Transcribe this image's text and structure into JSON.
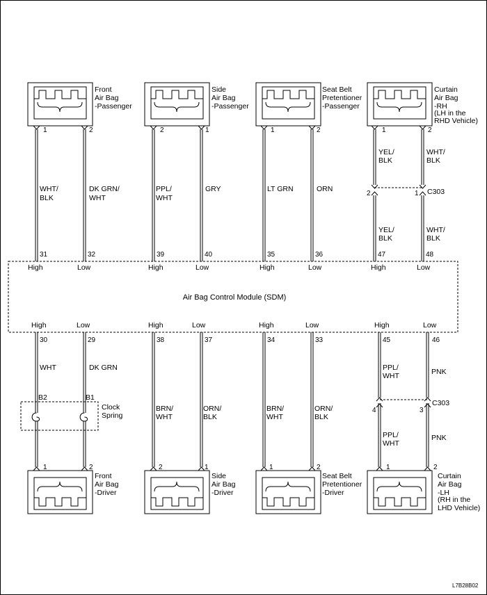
{
  "module": {
    "title": "Air Bag Control Module (SDM)"
  },
  "components": {
    "front_passenger": [
      "Front",
      "Air Bag",
      "-Passenger"
    ],
    "side_passenger": [
      "Side",
      "Air Bag",
      "-Passenger"
    ],
    "seatbelt_passenger": [
      "Seat Belt",
      "Pretentioner",
      "-Passenger"
    ],
    "curtain_rh": [
      "Curtain",
      "Air Bag",
      "-RH",
      "(LH in the",
      "RHD Vehicle)"
    ],
    "front_driver": [
      "Front",
      "Air Bag",
      "-Driver"
    ],
    "side_driver": [
      "Side",
      "Air Bag",
      "-Driver"
    ],
    "seatbelt_driver": [
      "Seat Belt",
      "Pretentioner",
      "-Driver"
    ],
    "curtain_lh": [
      "Curtain",
      "Air Bag",
      "-LH",
      "(RH in the",
      "LHD Vehicle)"
    ]
  },
  "pins_top": [
    "1",
    "2",
    "2",
    "1",
    "1",
    "2",
    "1",
    "2"
  ],
  "pins_bottom": [
    "1",
    "2",
    "2",
    "1",
    "1",
    "2",
    "1",
    "2"
  ],
  "wires_top": [
    [
      "WHT/",
      "BLK"
    ],
    [
      "DK GRN/",
      "WHT"
    ],
    [
      "PPL/",
      "WHT"
    ],
    [
      "GRY"
    ],
    [
      "LT GRN"
    ],
    [
      "ORN"
    ],
    [
      "YEL/",
      "BLK"
    ],
    [
      "WHT/",
      "BLK"
    ],
    [
      "YEL/",
      "BLK"
    ],
    [
      "WHT/",
      "BLK"
    ]
  ],
  "c303_top": {
    "pin_left": "2",
    "pin_right": "1",
    "label": "C303"
  },
  "sdm_pins_top": [
    "31",
    "32",
    "39",
    "40",
    "35",
    "36",
    "47",
    "48"
  ],
  "sdm_pins_bottom": [
    "30",
    "29",
    "38",
    "37",
    "34",
    "33",
    "45",
    "46"
  ],
  "signals": {
    "high": "High",
    "low": "Low"
  },
  "wires_bottom": [
    [
      "WHT"
    ],
    [
      "DK GRN"
    ],
    [
      "BRN/",
      "WHT"
    ],
    [
      "ORN/",
      "BLK"
    ],
    [
      "BRN/",
      "WHT"
    ],
    [
      "ORN/",
      "BLK"
    ],
    [
      "PPL/",
      "WHT"
    ],
    [
      "PNK"
    ],
    [
      "PPL/",
      "WHT"
    ],
    [
      "PNK"
    ]
  ],
  "clock_spring": {
    "pin_left": "B2",
    "pin_right": "B1",
    "label": [
      "Clock",
      "Spring"
    ]
  },
  "c303_bottom": {
    "pin_left": "4",
    "pin_right": "3",
    "label": "C303"
  },
  "figure_code": "L7B28B02"
}
